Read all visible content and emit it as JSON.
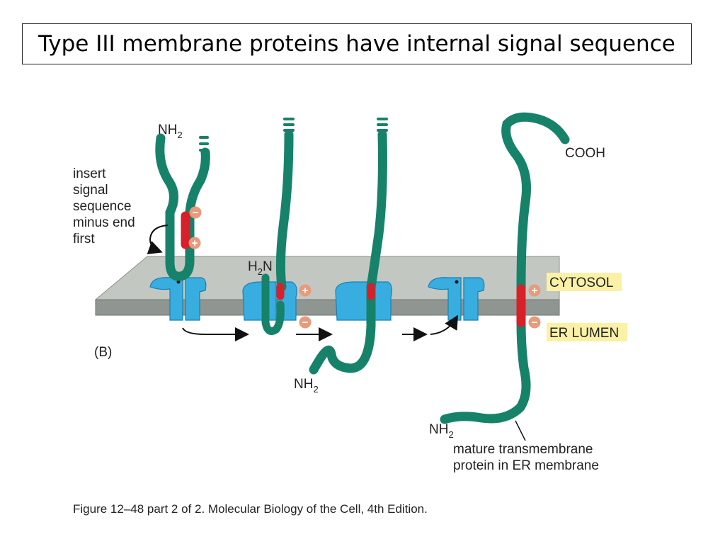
{
  "title": "Type III membrane proteins have internal signal sequence",
  "labels": {
    "nh2_top": "NH",
    "nh2_h2n": "H",
    "nh2_h2n_tail": "N",
    "nh2_bottom": "NH",
    "nh2_mature": "NH",
    "sub2": "2",
    "cooh": "COOH",
    "insert_line1": "insert",
    "insert_line2": "signal",
    "insert_line3": "sequence",
    "insert_line4": "minus end",
    "insert_line5": "first",
    "cytosol": "CYTOSOL",
    "er_lumen": "ER LUMEN",
    "panel": "(B)",
    "mature_line1": "mature transmembrane",
    "mature_line2": "protein in ER membrane",
    "plus": "+",
    "minus": "−"
  },
  "caption": "Figure 12–48 part 2 of 2. Molecular Biology of the Cell, 4th Edition.",
  "colors": {
    "protein": "#17826a",
    "protein_dark": "#0d5a48",
    "signal": "#d8202a",
    "membrane_top": "#c3c7c2",
    "membrane_side": "#8f9590",
    "translocon": "#38aee0",
    "translocon_dark": "#1a7fb0",
    "charge_bubble": "#e89a7c",
    "label_highlight": "#fbf1a6"
  }
}
